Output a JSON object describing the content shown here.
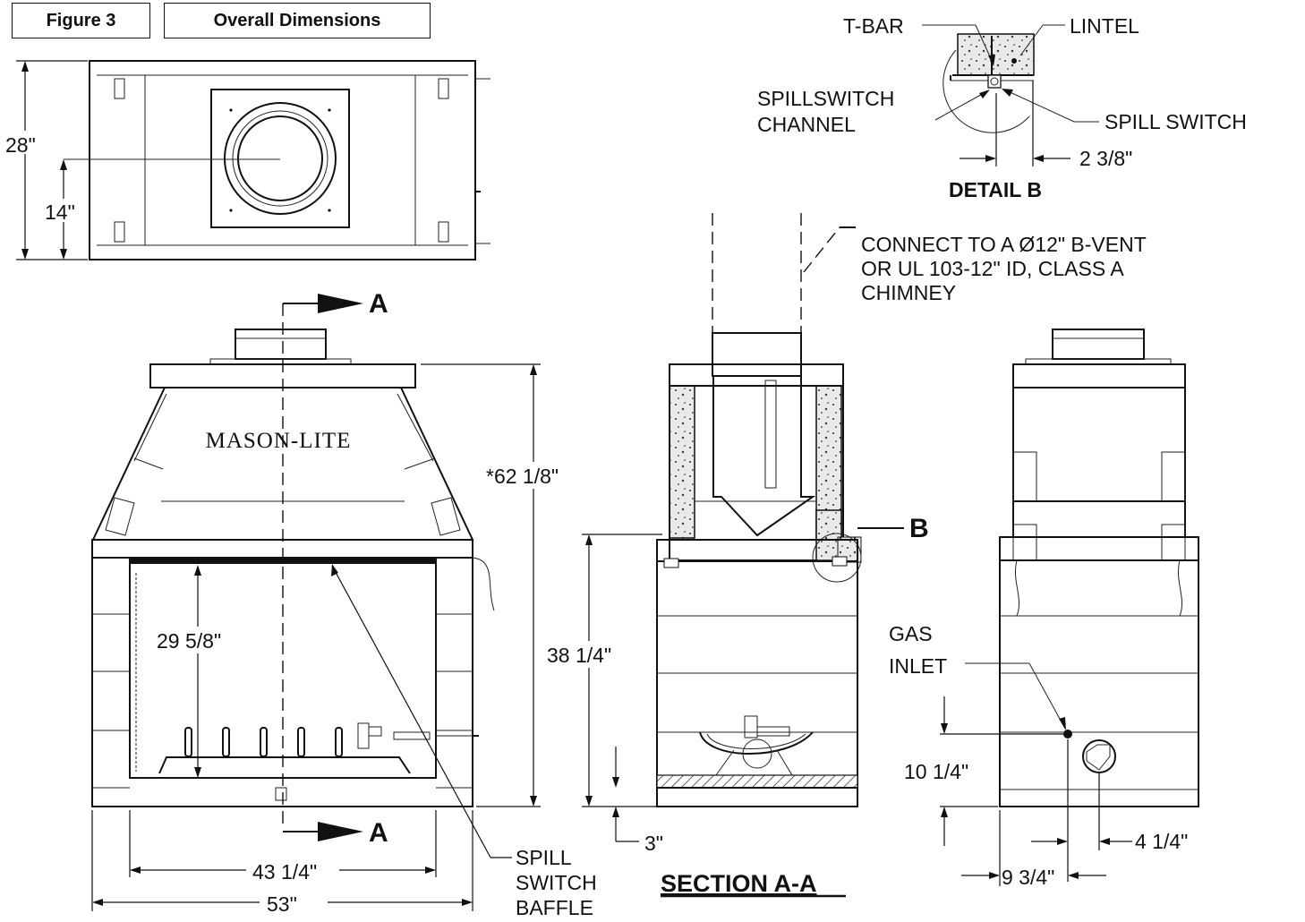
{
  "header": {
    "figure_label": "Figure 3",
    "title": "Overall Dimensions"
  },
  "detail_b": {
    "title": "DETAIL B",
    "labels": {
      "t_bar": "T-BAR",
      "lintel": "LINTEL",
      "channel_line1": "SPILLSWITCH",
      "channel_line2": "CHANNEL",
      "spill_switch": "SPILL SWITCH",
      "width": "2 3/8\""
    }
  },
  "top_view": {
    "depth": "28\"",
    "center_depth": "14\""
  },
  "front_view": {
    "brand": "MASON-LITE",
    "section_marker": "A",
    "height": "*62 1/8\"",
    "opening_height": "29 5/8\"",
    "opening_width": "43 1/4\"",
    "overall_width": "53\"",
    "baffle_line1": "SPILL",
    "baffle_line2": "SWITCH",
    "baffle_line3": "BAFFLE"
  },
  "section_view": {
    "title": "SECTION A-A",
    "chimney_line1": "CONNECT TO A Ø12\" B-VENT",
    "chimney_line2": "OR UL 103-12\" ID, CLASS A",
    "chimney_line3": "CHIMNEY",
    "detail_marker": "B",
    "base_height": "38 1/4\"",
    "hearth": "3\""
  },
  "side_view": {
    "gas_line1": "GAS",
    "gas_line2": "INLET",
    "gas_height": "10 1/4\"",
    "gas_offset": "4 1/4\"",
    "gas_depth": "9 3/4\""
  }
}
